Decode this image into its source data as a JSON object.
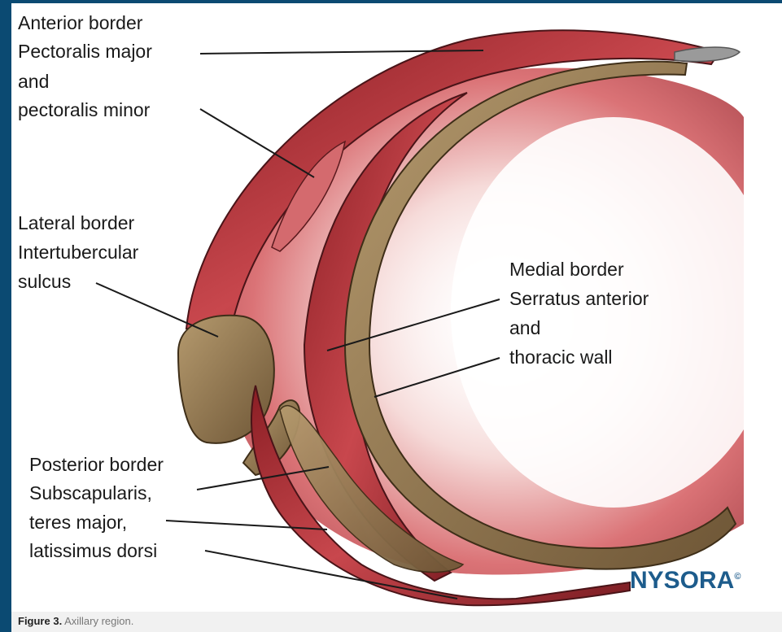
{
  "labels": {
    "anterior": [
      "Anterior border",
      "Pectoralis major",
      "and",
      "pectoralis minor"
    ],
    "lateral": [
      "Lateral border",
      "Intertubercular",
      "sulcus"
    ],
    "medial": [
      "Medial border",
      "Serratus anterior",
      "and",
      "thoracic wall"
    ],
    "posterior": [
      "Posterior border",
      "Subscapularis,",
      "teres major,",
      "latissimus dorsi"
    ]
  },
  "logo": {
    "text": "NYSORA",
    "mark": "©"
  },
  "caption": {
    "figure": "Figure 3.",
    "text": "Axillary region."
  },
  "colors": {
    "frame": "#0b4a72",
    "muscle": "#b23a40",
    "bone": "#8a7048",
    "logo": "#1d5c8c"
  }
}
